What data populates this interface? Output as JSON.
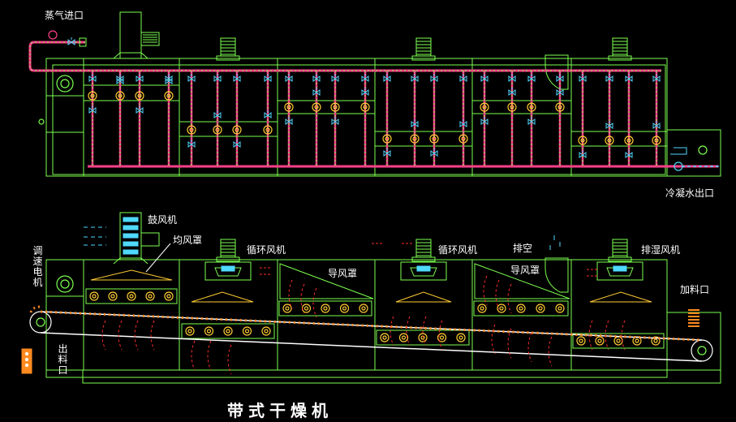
{
  "title": "带式干燥机",
  "labels": {
    "steam_inlet": "蒸气进口",
    "condensate_outlet": "冷凝水出口",
    "blower": "鼓风机",
    "distribution_hood": "均风罩",
    "circulation_fan_1": "循环风机",
    "circulation_fan_2": "循环风机",
    "guide_hood_1": "导风罩",
    "guide_hood_2": "导风罩",
    "exhaust": "排空",
    "dehumidify_fan": "排湿风机",
    "feed_inlet": "加料口",
    "speed_motor": "调速电机",
    "discharge_outlet": "出料口"
  },
  "colors": {
    "background": "#000000",
    "frame": "#7cff4f",
    "steam_pipe": "#ff3f8a",
    "valve": "#4fd9ff",
    "belt": "#ffffff",
    "belt_dots": "#ff8a1f",
    "hot_air": "#ff2a2a",
    "roller": "#ffcc33",
    "text": "#ffffff"
  }
}
